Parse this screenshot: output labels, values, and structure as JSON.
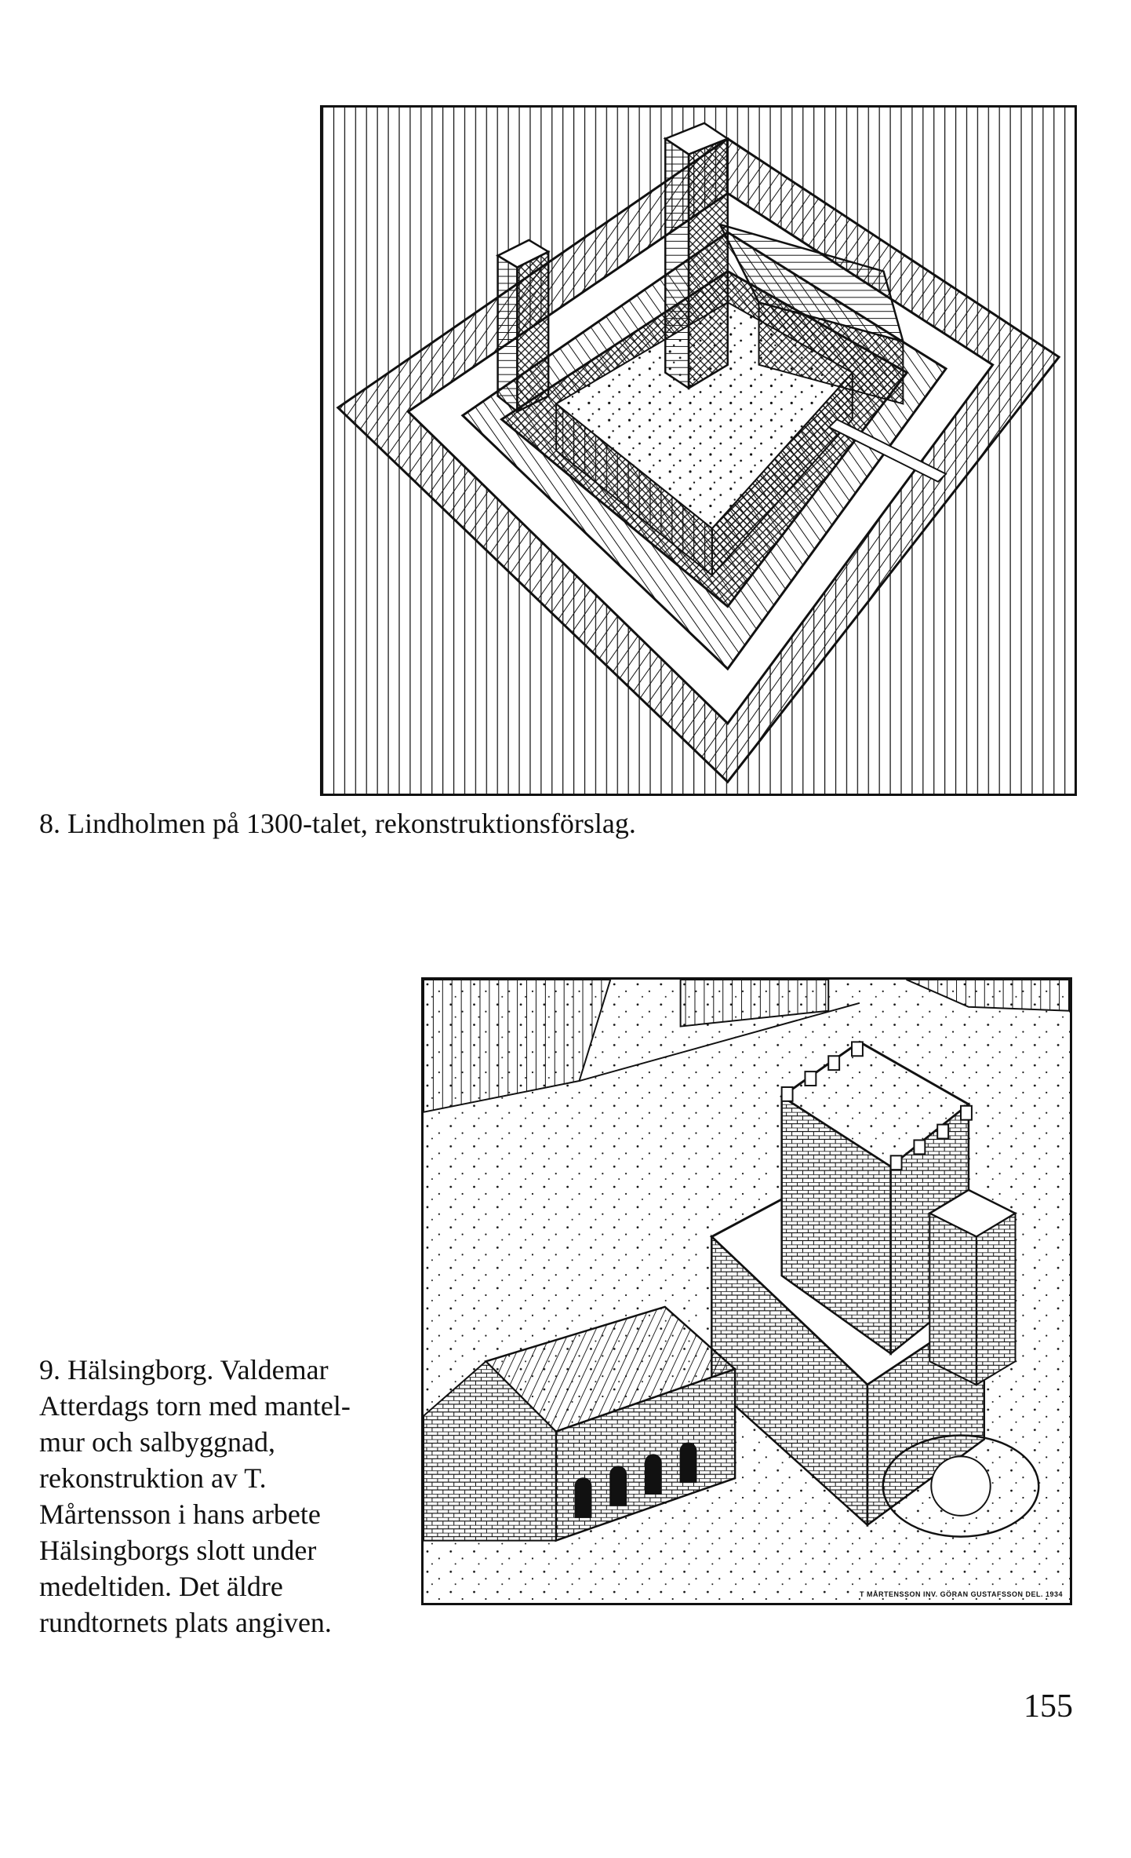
{
  "figures": [
    {
      "caption": "8. Lindholmen på 1300-talet, rekonstruktionsförslag."
    },
    {
      "caption_lines": [
        "9. Hälsingborg. Valdemar",
        "Atterdags torn med mantel-",
        "mur och salbyggnad,",
        "rekonstruktion av T.",
        "Mårtensson i hans arbete",
        "Hälsingborgs slott under",
        "medeltiden. Det äldre",
        "rundtornets plats angiven."
      ],
      "credit": "T MÅRTENSSON INV. GÖRAN GUSTAFSSON DEL. 1934"
    }
  ],
  "page_number": "155"
}
